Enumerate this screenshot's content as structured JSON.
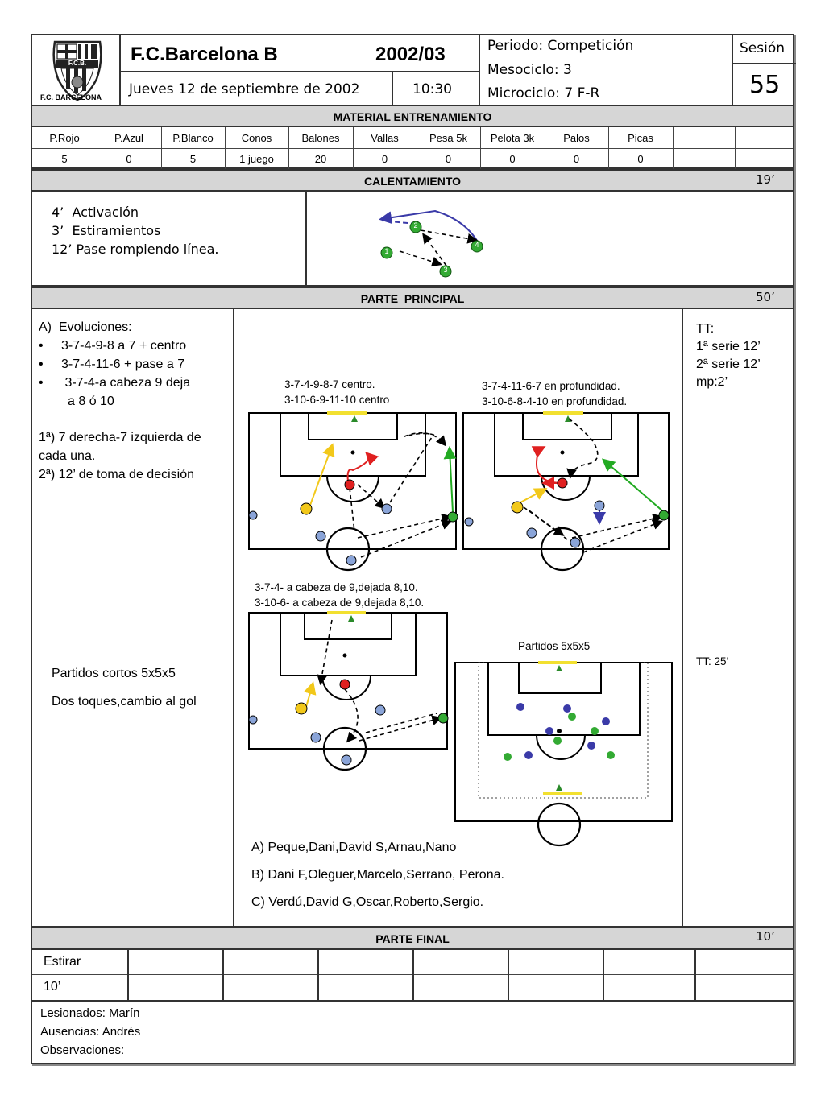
{
  "header": {
    "club_name": "F.C.Barcelona B",
    "season": "2002/03",
    "date": "Jueves 12 de septiembre de 2002",
    "time": "10:30",
    "periodo": "Periodo: Competición",
    "mesociclo": "Mesociclo: 3",
    "microciclo": "Microciclo: 7 F-R",
    "sesion_label": "Sesión",
    "sesion_number": "55",
    "logo_top": "F.C.B.",
    "logo_caption": "F.C. BARCELONA"
  },
  "material": {
    "title": "MATERIAL ENTRENAMIENTO",
    "columns": [
      "P.Rojo",
      "P.Azul",
      "P.Blanco",
      "Conos",
      "Balones",
      "Vallas",
      "Pesa 5k",
      "Pelota 3k",
      "Palos",
      "Picas"
    ],
    "values": [
      "5",
      "0",
      "5",
      "1 juego",
      "20",
      "0",
      "0",
      "0",
      "0",
      "0"
    ]
  },
  "calentamiento": {
    "title": "CALENTAMIENTO",
    "duration": "19’",
    "lines": [
      "4’  Activación",
      "3’  Estiramientos",
      "12’ Pase rompiendo línea."
    ],
    "player_numbers": [
      "2",
      "1",
      "3",
      "4"
    ]
  },
  "principal": {
    "title": "PARTE  PRINCIPAL",
    "duration": "50’",
    "left_heading": "A)  Evoluciones:",
    "bullets": [
      "3-7-4-9-8 a 7 + centro",
      "3-7-4-11-6 + pase a 7",
      " 3-7-4-a cabeza 9 deja",
      "a 8 ó 10"
    ],
    "notes": [
      "1ª) 7 derecha-7 izquierda de",
      "cada una.",
      "2ª) 12’ de toma de decisión"
    ],
    "partidos": [
      "Partidos cortos 5x5x5",
      "Dos toques,cambio al gol"
    ],
    "diagram1_caption": [
      "3-7-4-9-8-7 centro.",
      "3-10-6-9-11-10 centro"
    ],
    "diagram2_caption": [
      "3-7-4-11-6-7 en profundidad.",
      "3-10-6-8-4-10 en profundidad."
    ],
    "diagram3_caption": [
      "3-7-4- a cabeza de 9,dejada 8,10.",
      "3-10-6- a cabeza de 9,dejada 8,10."
    ],
    "diagram4_caption": "Partidos 5x5x5",
    "teams": [
      "A) Peque,Dani,David S,Arnau,Nano",
      "B) Dani F,Oleguer,Marcelo,Serrano, Perona.",
      "C) Verdú,David G,Oscar,Roberto,Sergio."
    ],
    "tt": [
      "TT:",
      "1ª serie 12’",
      "2ª serie 12’",
      "mp:2’"
    ],
    "tt_total": "TT: 25’"
  },
  "final": {
    "title": "PARTE FINAL",
    "duration": "10’",
    "rows": [
      "Estirar",
      "10’"
    ]
  },
  "footer": {
    "lesionados": "Lesionados: Marín",
    "ausencias": "Ausencias: Andrés",
    "observaciones": "Observaciones:"
  },
  "colors": {
    "band": "#d6d6d6",
    "red": "#e02020",
    "blue": "#3a3aa8",
    "green": "#22aa22",
    "yellow": "#f2c81a",
    "player_blue": "#8aa4d8",
    "player_green": "#33aa33"
  }
}
